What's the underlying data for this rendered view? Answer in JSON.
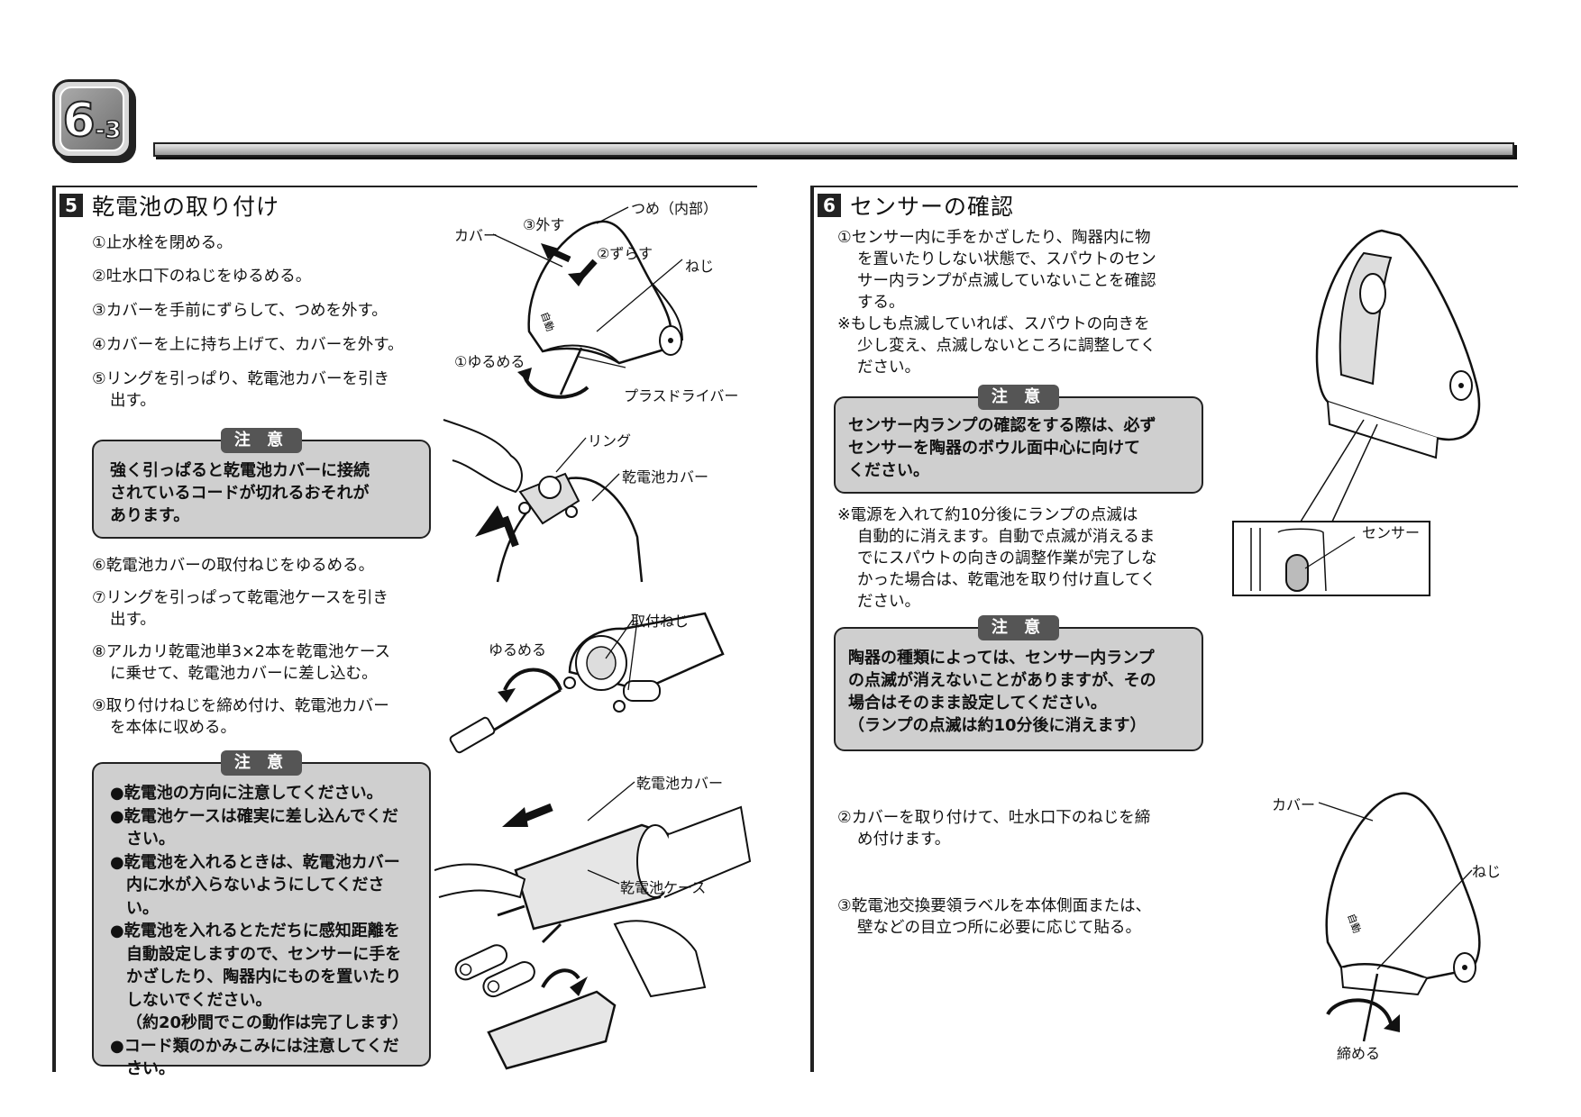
{
  "header": {
    "badge_main": "6",
    "badge_sub": "-3"
  },
  "section5": {
    "number": "5",
    "title": "乾電池の取り付け",
    "steps_a": [
      {
        "first": "①止水栓を閉める。",
        "rest": ""
      },
      {
        "first": "②吐水口下のねじをゆるめる。",
        "rest": ""
      },
      {
        "first": "③カバーを手前にずらして、つめを外す。",
        "rest": ""
      },
      {
        "first": "④カバーを上に持ち上げて、カバーを外す。",
        "rest": ""
      },
      {
        "first": "⑤リングを引っぱり、乾電池カバーを引き",
        "rest": "出す。"
      }
    ],
    "caution1": {
      "label": "注 意",
      "lines": [
        "強く引っぱると乾電池カバーに接続",
        "されているコードが切れるおそれが",
        "あります。"
      ]
    },
    "steps_b": [
      {
        "first": "⑥乾電池カバーの取付ねじをゆるめる。",
        "rest": ""
      },
      {
        "first": "⑦リングを引っぱって乾電池ケースを引き",
        "rest": "出す。"
      },
      {
        "first": "⑧アルカリ乾電池単3×2本を乾電池ケース",
        "rest": "に乗せて、乾電池カバーに差し込む。"
      },
      {
        "first": "⑨取り付けねじを締め付け、乾電池カバー",
        "rest": "を本体に収める。"
      }
    ],
    "caution2": {
      "label": "注 意",
      "bullets": [
        [
          "●乾電池の方向に注意してください。"
        ],
        [
          "●乾電池ケースは確実に差し込んでくだ",
          "さい。"
        ],
        [
          "●乾電池を入れるときは、乾電池カバー",
          "内に水が入らないようにしてください。"
        ],
        [
          "●乾電池を入れるとただちに感知距離を",
          "自動設定しますので、センサーに手を",
          "かざしたり、陶器内にものを置いたり",
          "しないでください。",
          "（約20秒間でこの動作は完了します）"
        ],
        [
          "●コード類のかみこみには注意してくだ",
          "さい。"
        ]
      ]
    },
    "fig1": {
      "claw": "つめ（内部）",
      "remove": "③外す",
      "slide": "②ずらす",
      "cover": "カバー",
      "screw": "ねじ",
      "loosen": "①ゆるめる",
      "driver": "プラスドライバー",
      "auto": "自動"
    },
    "fig2": {
      "ring": "リング",
      "battery_cover": "乾電池カバー"
    },
    "fig3": {
      "screw": "取付ねじ",
      "loosen": "ゆるめる"
    },
    "fig4": {
      "battery_cover": "乾電池カバー",
      "battery_case": "乾電池ケース"
    }
  },
  "section6": {
    "number": "6",
    "title": "センサーの確認",
    "step1": [
      "①センサー内に手をかざしたり、陶器内に物",
      "を置いたりしない状態で、スパウトのセン",
      "サー内ランプが点滅していないことを確認",
      "する。"
    ],
    "note1": [
      "※もしも点滅していれば、スパウトの向きを",
      "少し変え、点滅しないところに調整してく",
      "ださい。"
    ],
    "caution1": {
      "label": "注 意",
      "lines": [
        "センサー内ランプの確認をする際は、必ず",
        "センサーを陶器のボウル面中心に向けて",
        "ください。"
      ]
    },
    "note2": [
      "※電源を入れて約10分後にランプの点滅は",
      "自動的に消えます。自動で点滅が消えるま",
      "でにスパウトの向きの調整作業が完了しな",
      "かった場合は、乾電池を取り付け直してく",
      "ださい。"
    ],
    "caution2": {
      "label": "注 意",
      "lines": [
        "陶器の種類によっては、センサー内ランプ",
        "の点滅が消えないことがありますが、その",
        "場合はそのまま設定してください。",
        "（ランプの点滅は約10分後に消えます）"
      ]
    },
    "step2": [
      "②カバーを取り付けて、吐水口下のねじを締",
      "め付けます。"
    ],
    "step3": [
      "③乾電池交換要領ラベルを本体側面または、",
      "壁などの目立つ所に必要に応じて貼る。"
    ],
    "fig_sensor": {
      "sensor": "センサー"
    },
    "fig_cover": {
      "cover": "カバー",
      "screw": "ねじ",
      "tighten": "締める",
      "auto": "自動"
    }
  }
}
